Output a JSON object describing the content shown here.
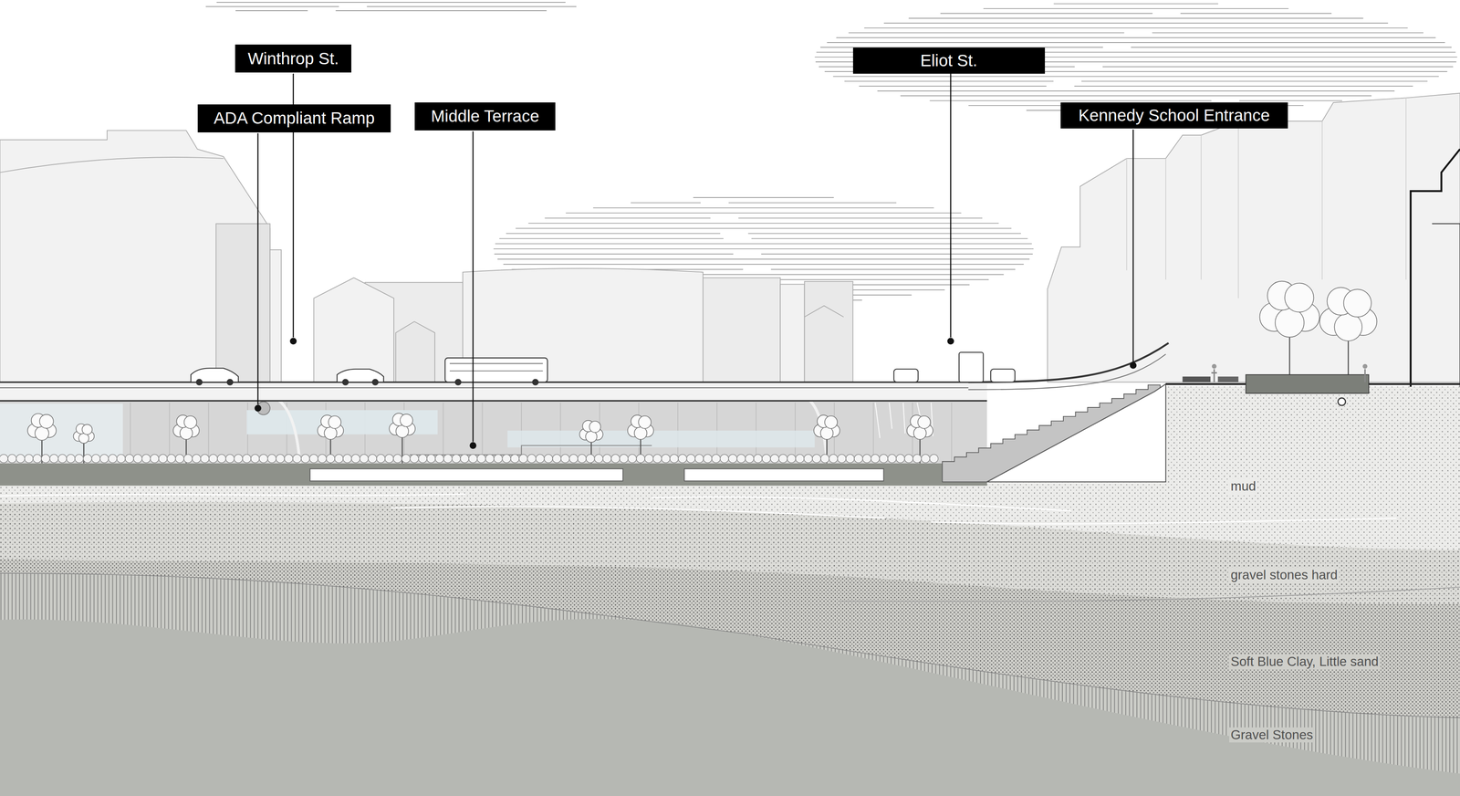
{
  "diagram": {
    "nodes": [
      {
        "text": [
          "Winthrop St."
        ]
      },
      {
        "text": [
          "ADA Compliant Ramp"
        ]
      },
      {
        "text": [
          "Middle Terrace"
        ]
      },
      {
        "text": [
          "Eliot St."
        ]
      },
      {
        "text": [
          "Kennedy School Entrance"
        ]
      }
    ],
    "labels": [
      "mud",
      "gravel stones hard",
      "Soft Blue Clay, Little sand",
      "Gravel Stones"
    ]
  }
}
